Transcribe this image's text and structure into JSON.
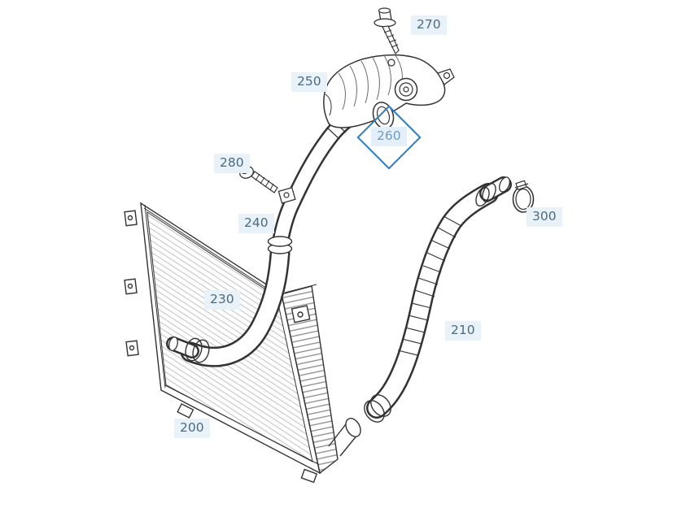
{
  "parts": {
    "p200": {
      "label": "200"
    },
    "p210": {
      "label": "210"
    },
    "p230": {
      "label": "230"
    },
    "p240": {
      "label": "240"
    },
    "p250": {
      "label": "250"
    },
    "p260": {
      "label": "260"
    },
    "p270": {
      "label": "270"
    },
    "p280": {
      "label": "280"
    },
    "p300": {
      "label": "300"
    }
  },
  "selection": {
    "selected_part_label": "260",
    "marker": "diamond-outline",
    "marker_color": "#2f7ec2"
  },
  "colors": {
    "background": "#ffffff",
    "line_art": "#333333",
    "callout_background": "#e9f2f9",
    "callout_text": "#4a6b80",
    "highlight": "#2f7ec2"
  }
}
